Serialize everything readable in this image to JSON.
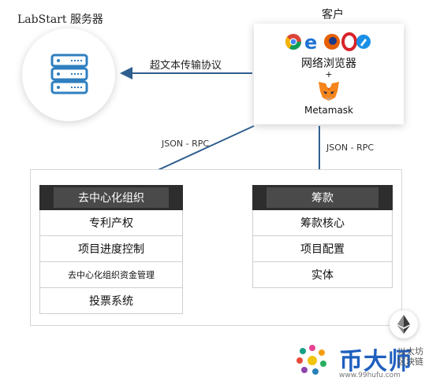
{
  "server": {
    "title": "LabStart 服务器"
  },
  "client": {
    "title": "客户",
    "browser_label": "网络浏览器",
    "plus": "+",
    "metamask_label": "Metamask"
  },
  "connections": {
    "http_label": "超文本传输协议",
    "rpc_left": "JSON - RPC",
    "rpc_right": "JSON - RPC"
  },
  "dao": {
    "header": "去中心化组织",
    "rows": [
      "专利产权",
      "项目进度控制",
      "去中心化组织资金管理",
      "投票系统"
    ]
  },
  "fundraising": {
    "header": "筹款",
    "rows": [
      "筹款核心",
      "项目配置",
      "实体"
    ]
  },
  "watermark": {
    "brand": "币大师",
    "url": "www.99hufu.com",
    "side_text": "以太坊区块链"
  },
  "colors": {
    "arrow": "#2f5f8f",
    "panel_header": "#2d2d2d",
    "brand_blue": "#1f5fbf"
  }
}
